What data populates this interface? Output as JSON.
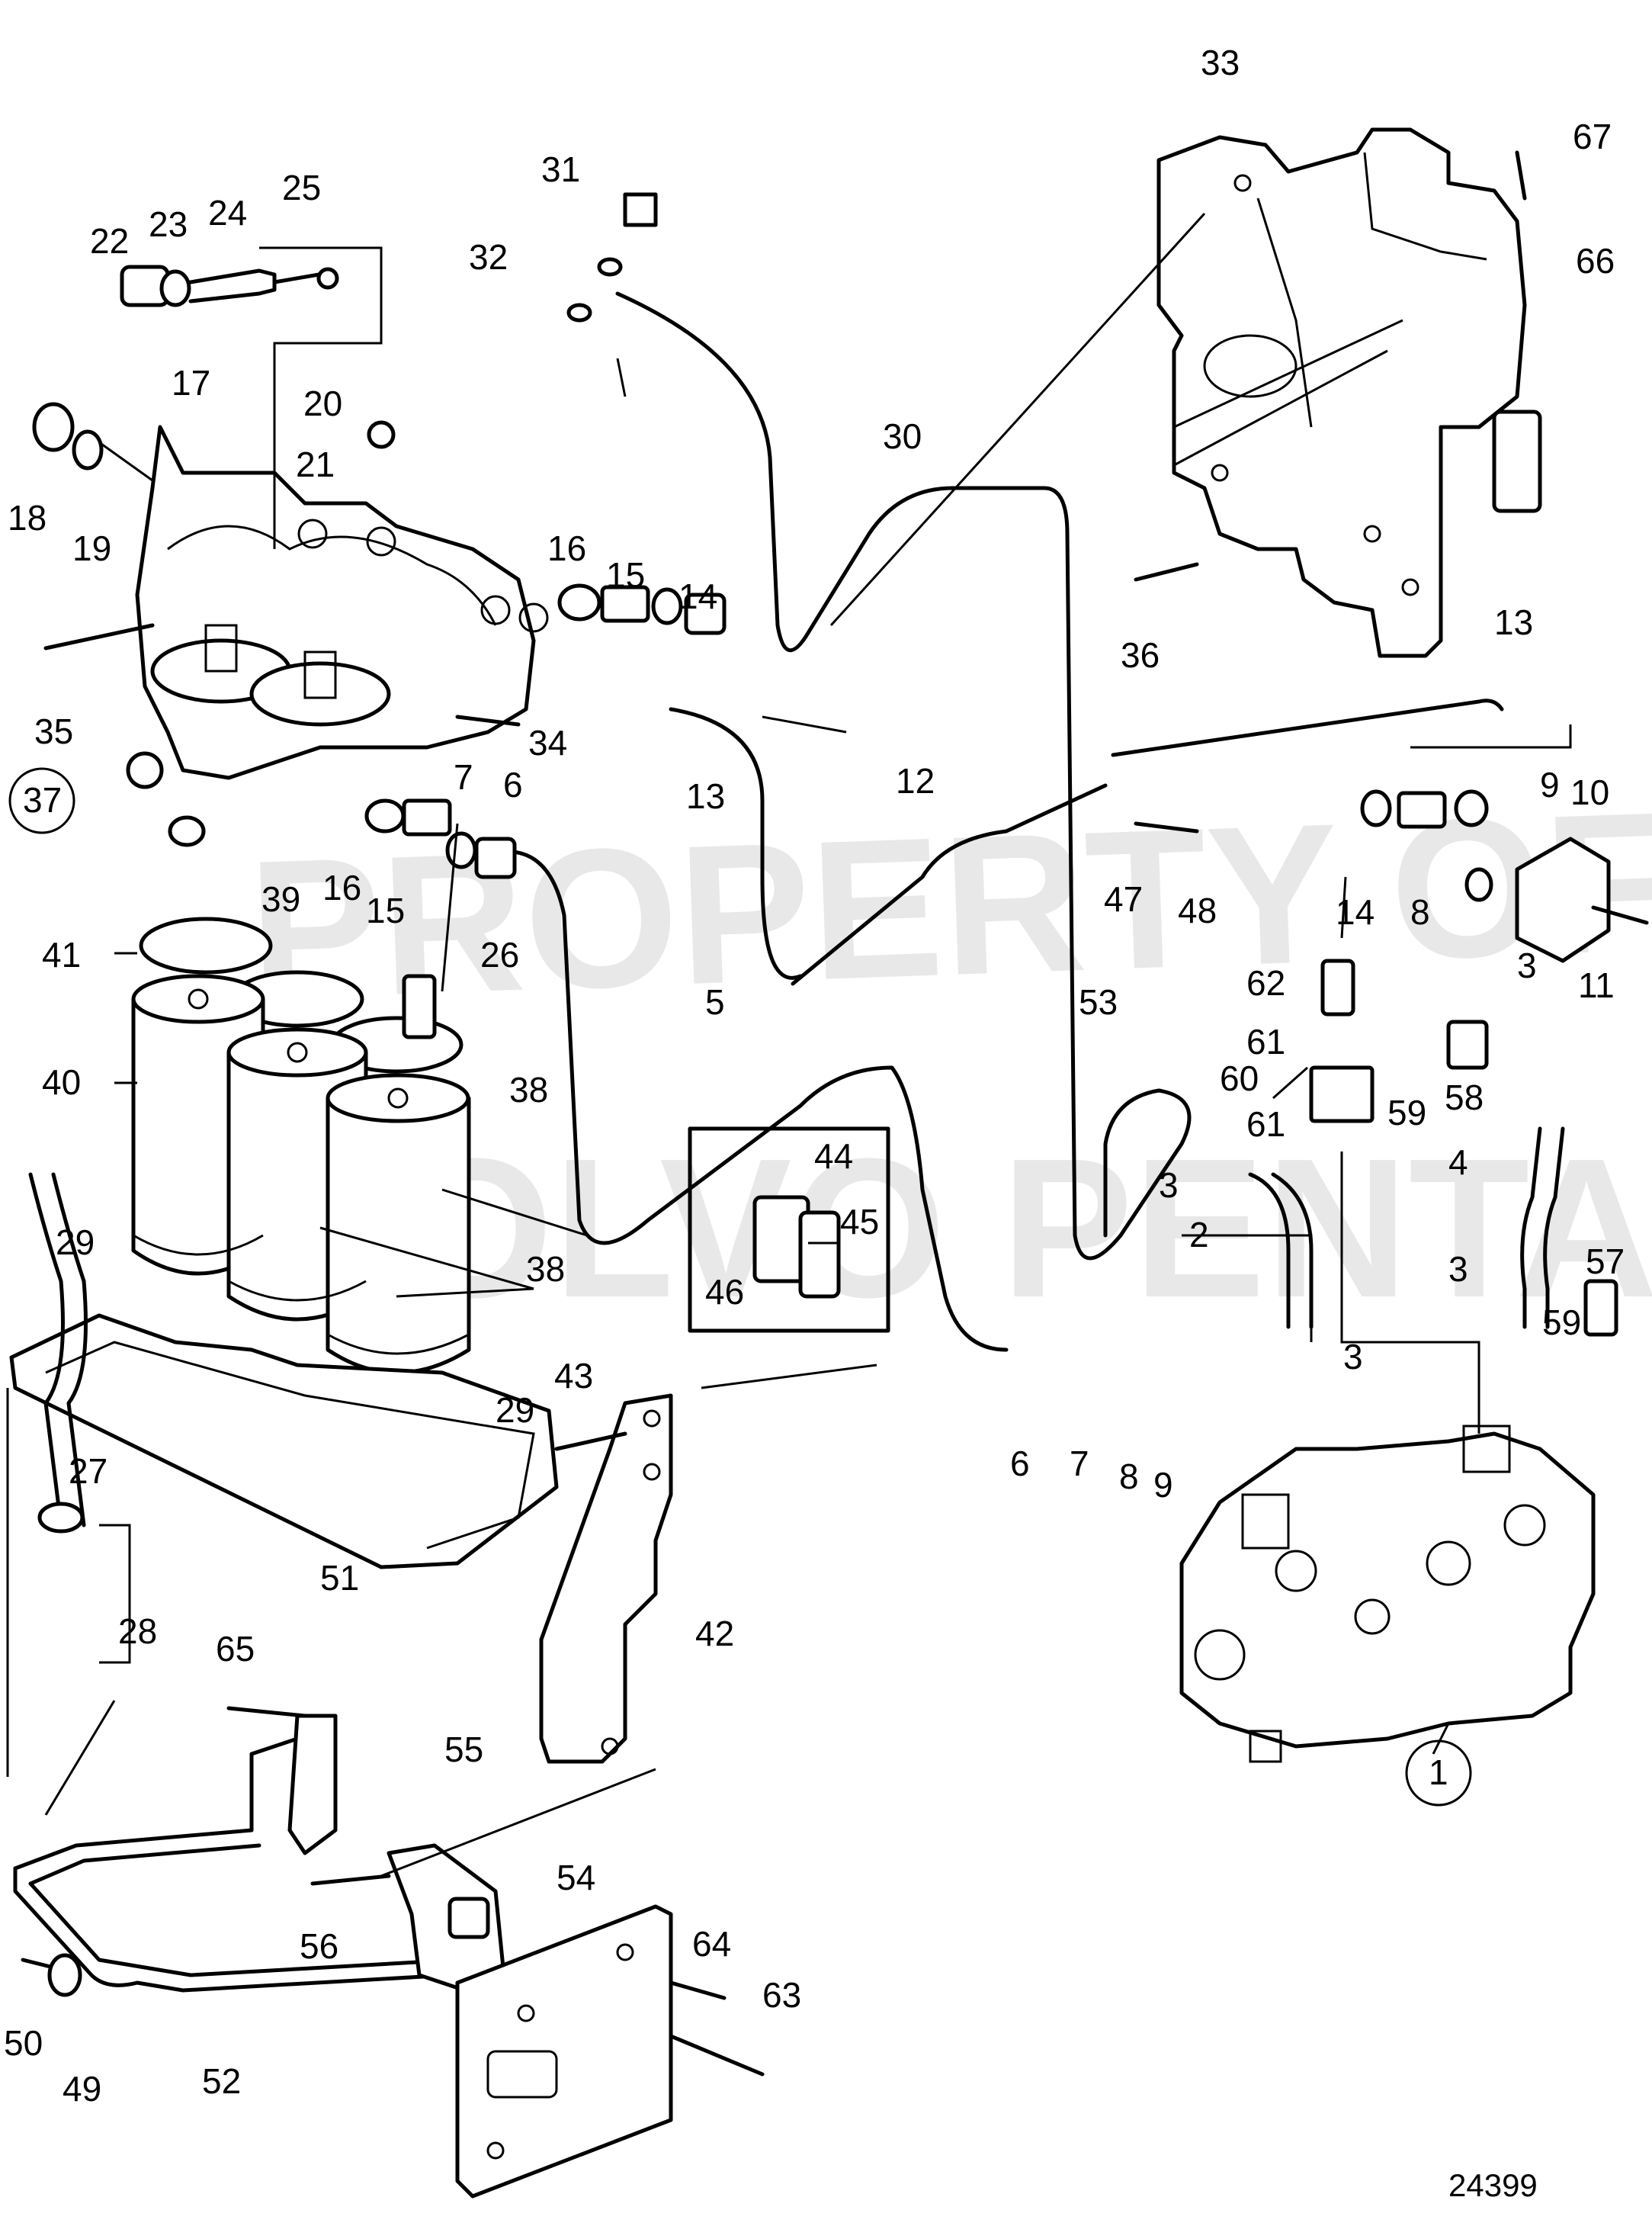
{
  "diagram": {
    "reference_number": "24399",
    "watermark": [
      "PROPERTY OF",
      "VOLVO PENTA"
    ],
    "callouts": [
      "1",
      "2",
      "3",
      "4",
      "5",
      "6",
      "7",
      "8",
      "9",
      "10",
      "11",
      "12",
      "13",
      "14",
      "15",
      "16",
      "17",
      "18",
      "19",
      "20",
      "21",
      "22",
      "23",
      "24",
      "25",
      "26",
      "27",
      "28",
      "29",
      "30",
      "31",
      "32",
      "33",
      "34",
      "35",
      "36",
      "37",
      "38",
      "39",
      "40",
      "41",
      "42",
      "43",
      "44",
      "45",
      "46",
      "47",
      "48",
      "49",
      "50",
      "51",
      "52",
      "53",
      "54",
      "55",
      "56",
      "57",
      "58",
      "59",
      "60",
      "61",
      "62",
      "63",
      "64",
      "65",
      "66",
      "67"
    ]
  }
}
